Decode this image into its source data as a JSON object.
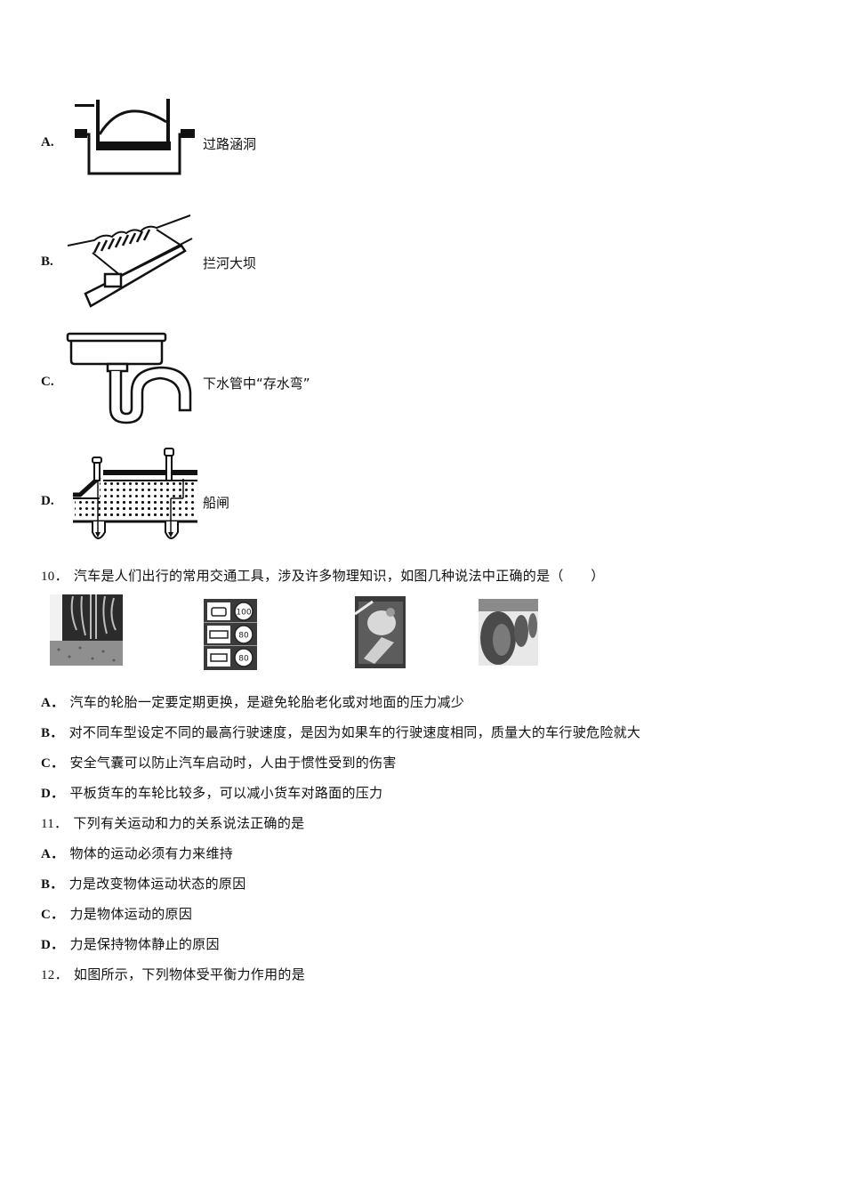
{
  "question9_options": [
    {
      "letter": "A.",
      "caption": "过路涵洞",
      "figure": "culvert-diagram"
    },
    {
      "letter": "B.",
      "caption": "拦河大坝",
      "figure": "dam-diagram"
    },
    {
      "letter": "C.",
      "caption": "下水管中“存水弯”",
      "figure": "sink-trap-diagram"
    },
    {
      "letter": "D.",
      "caption": "船闸",
      "figure": "ship-lock-diagram"
    }
  ],
  "question10": {
    "number": "10．",
    "stem": "汽车是人们出行的常用交通工具，涉及许多物理知识，如图几种说法中正确的是（　　）",
    "images": [
      {
        "name": "tire-tread-photo"
      },
      {
        "name": "speed-limit-sign",
        "limits": [
          "100",
          "80",
          "80"
        ]
      },
      {
        "name": "airbag-photo"
      },
      {
        "name": "truck-wheels-photo"
      }
    ],
    "options": [
      {
        "letter": "A．",
        "text": "汽车的轮胎一定要定期更换，是避免轮胎老化或对地面的压力减少"
      },
      {
        "letter": "B．",
        "text": "对不同车型设定不同的最高行驶速度，是因为如果车的行驶速度相同，质量大的车行驶危险就大"
      },
      {
        "letter": "C．",
        "text": "安全气囊可以防止汽车启动时，人由于惯性受到的伤害"
      },
      {
        "letter": "D．",
        "text": "平板货车的车轮比较多，可以减小货车对路面的压力"
      }
    ]
  },
  "question11": {
    "number": "11．",
    "stem": "下列有关运动和力的关系说法正确的是",
    "options": [
      {
        "letter": "A．",
        "text": "物体的运动必须有力来维持"
      },
      {
        "letter": "B．",
        "text": "力是改变物体运动状态的原因"
      },
      {
        "letter": "C．",
        "text": "力是物体运动的原因"
      },
      {
        "letter": "D．",
        "text": "力是保持物体静止的原因"
      }
    ]
  },
  "question12": {
    "number": "12．",
    "stem": "如图所示，下列物体受平衡力作用的是"
  }
}
